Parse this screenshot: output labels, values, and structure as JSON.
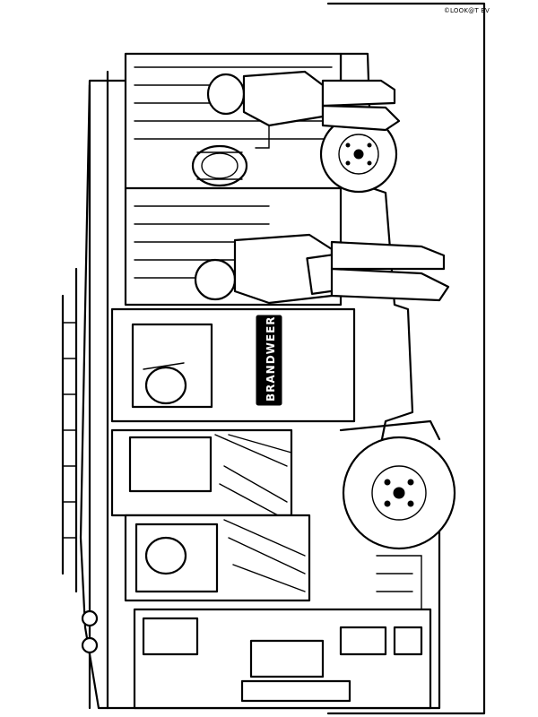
{
  "copyright": "©LOOK@T BV",
  "door_sign": "BRANDWEER",
  "colors": {
    "ink": "#000000",
    "paper": "#ffffff"
  },
  "illustration": "fire-truck"
}
